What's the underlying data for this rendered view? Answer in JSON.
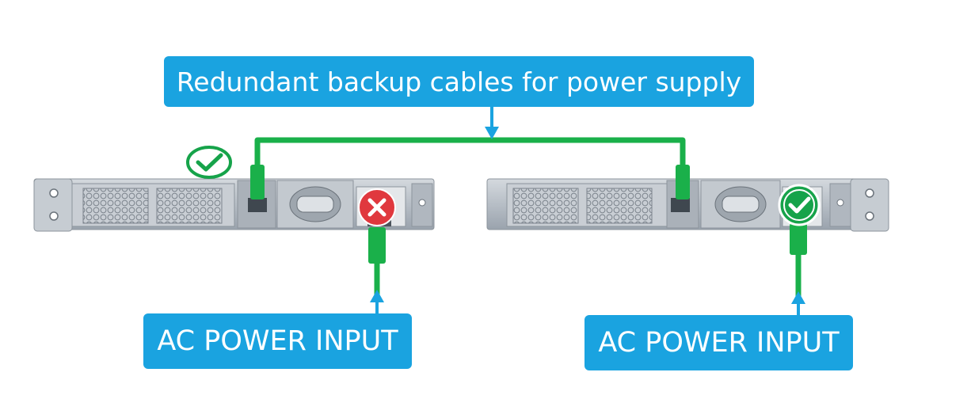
{
  "labels": {
    "top": "Redundant backup cables for power supply",
    "left_input": "AC POWER INPUT",
    "right_input": "AC POWER INPUT"
  },
  "colors": {
    "label_bg": "#1aa3e0",
    "cable_green": "#1ab04a",
    "ok_green": "#16a34a",
    "error_red": "#e0383e",
    "chassis": "#b9c0c8"
  },
  "icons": {
    "left_switch_status": "check-circle-icon",
    "left_psu_status": "x-circle-icon",
    "right_psu_status": "check-circle-icon"
  }
}
